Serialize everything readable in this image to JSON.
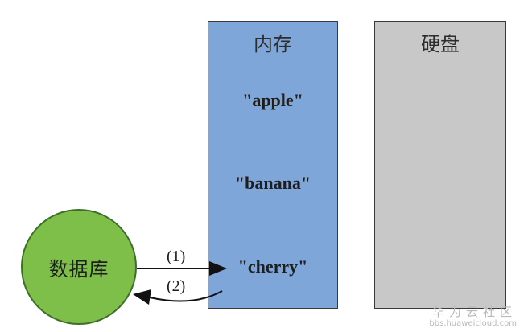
{
  "memory": {
    "title": "内存",
    "items": [
      "\"apple\"",
      "\"banana\"",
      "\"cherry\""
    ]
  },
  "disk": {
    "title": "硬盘"
  },
  "database": {
    "label": "数据库"
  },
  "steps": {
    "step1": "(1)",
    "step2": "(2)"
  },
  "watermark": {
    "title": "华为云社区",
    "url": "bbs.huaweicloud.com"
  },
  "colors": {
    "memory_fill": "#7ea6d9",
    "disk_fill": "#c8c8c8",
    "database_fill": "#7ebf4a"
  }
}
